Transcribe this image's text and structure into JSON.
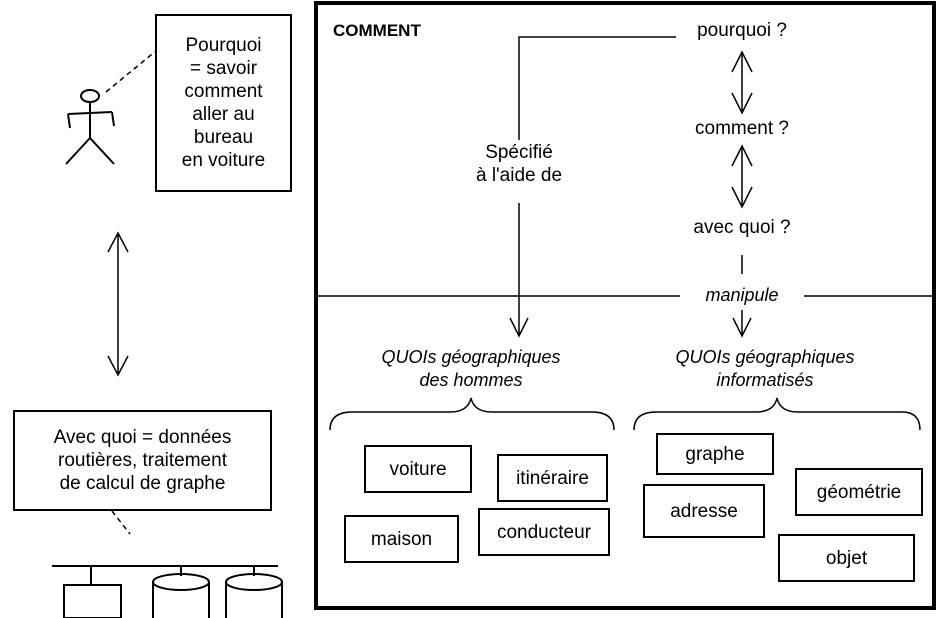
{
  "actor_note": [
    "Pourquoi",
    "= savoir",
    "comment",
    "aller au",
    "bureau",
    "en voiture"
  ],
  "data_note": [
    "Avec quoi = données",
    "routières, traitement",
    "de calcul de graphe"
  ],
  "frame_title": "COMMENT",
  "questions": {
    "why": "pourquoi ?",
    "how": "comment ?",
    "with_what": "avec quoi ?"
  },
  "specified": [
    "Spécifié",
    "à l'aide de"
  ],
  "manipulates": "manipule",
  "human_geo": [
    "QUOIs géographiques",
    "des hommes"
  ],
  "computer_geo": [
    "QUOIs géographiques",
    "informatisés"
  ],
  "human_items": {
    "voiture": "voiture",
    "itineraire": "itinéraire",
    "maison": "maison",
    "conducteur": "conducteur"
  },
  "computer_items": {
    "graphe": "graphe",
    "adresse": "adresse",
    "geometrie": "géométrie",
    "objet": "objet"
  }
}
